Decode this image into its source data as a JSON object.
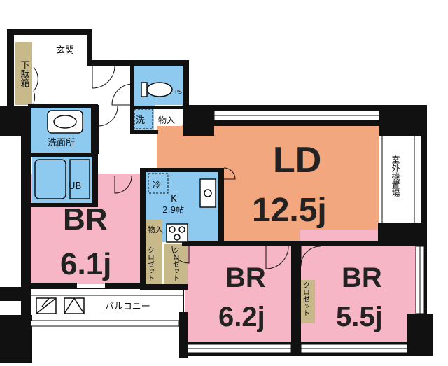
{
  "rooms": {
    "ld": {
      "name": "LD",
      "size": "12.5j",
      "color": "#f2a77e"
    },
    "br_left": {
      "name": "BR",
      "size": "6.1j",
      "color": "#f6b6c6"
    },
    "br_middle": {
      "name": "BR",
      "size": "6.2j",
      "color": "#f6b6c6"
    },
    "br_right": {
      "name": "BR",
      "size": "5.5j",
      "color": "#f6b6c6"
    },
    "kitchen": {
      "name": "K",
      "size": "2.9帖",
      "color": "#8ec9f0"
    },
    "bath": {
      "name": "UB",
      "color": "#8ec9f0"
    },
    "washroom": {
      "name": "洗面所",
      "color": "#8ec9f0"
    },
    "toilet": {
      "color": "#8ec9f0"
    }
  },
  "labels": {
    "entrance": "玄関",
    "shoe_box": "下駄箱",
    "washer": "洗",
    "storage_hall": "物入",
    "storage_kitchen": "物入",
    "fridge": "冷",
    "ps": "PS",
    "closet_1": "クロゼット",
    "closet_2": "クロゼット",
    "closet_3": "クロゼット",
    "outdoor_unit": "室外機置場",
    "balcony": "バルコニー"
  },
  "colors": {
    "wall": "#111111",
    "storage": "#c8b98a",
    "floor": "#ffffff"
  }
}
